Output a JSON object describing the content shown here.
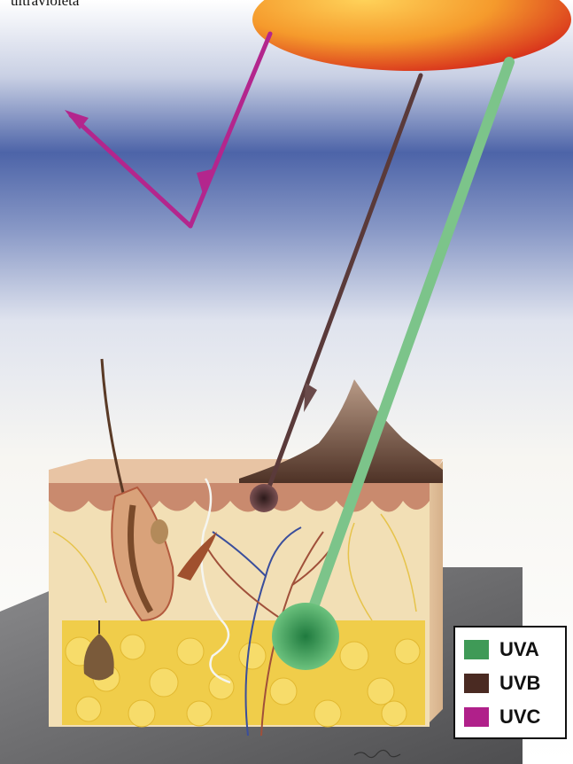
{
  "caption": "ultravioleta",
  "legend": {
    "items": [
      {
        "label": "UVA",
        "color": "#3f9a57"
      },
      {
        "label": "UVB",
        "color": "#4a2a22"
      },
      {
        "label": "UVC",
        "color": "#b0208a"
      }
    ]
  },
  "colors": {
    "uva_ray": "#7cc48a",
    "uvb_ray": "#5a3a3a",
    "uvc_ray": "#b3268d",
    "sun_outer": "#e03a1e",
    "sun_inner": "#ffc84a",
    "sky_band": "#4a63a8",
    "skin_tissue": "#f2dfb5",
    "epidermis": "#c98a6e",
    "fat": "#f3cf3c",
    "floor": "#6e6e70"
  },
  "signature": "artist-signature"
}
